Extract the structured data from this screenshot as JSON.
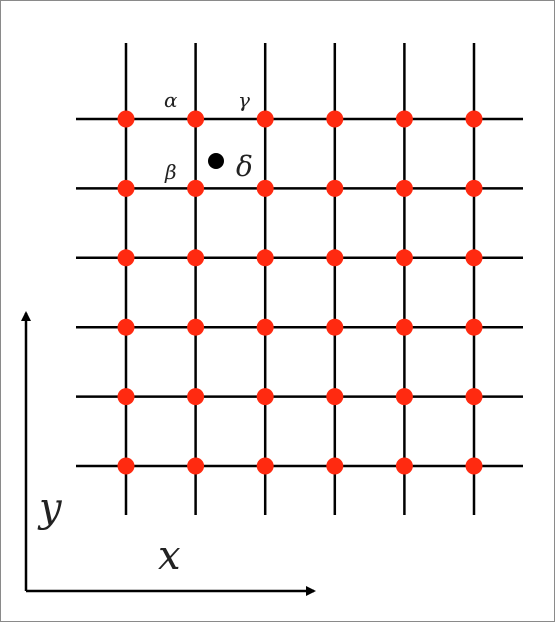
{
  "diagram": {
    "grid": {
      "columns": 6,
      "rows": 6
    },
    "colors": {
      "line": "#000000",
      "node": "#ff2a10",
      "point": "#000000",
      "label": "#222222"
    },
    "labels": {
      "alpha": "α",
      "gamma": "γ",
      "beta": "β",
      "delta": "δ"
    },
    "axes": {
      "x_label": "x",
      "y_label": "y"
    }
  }
}
